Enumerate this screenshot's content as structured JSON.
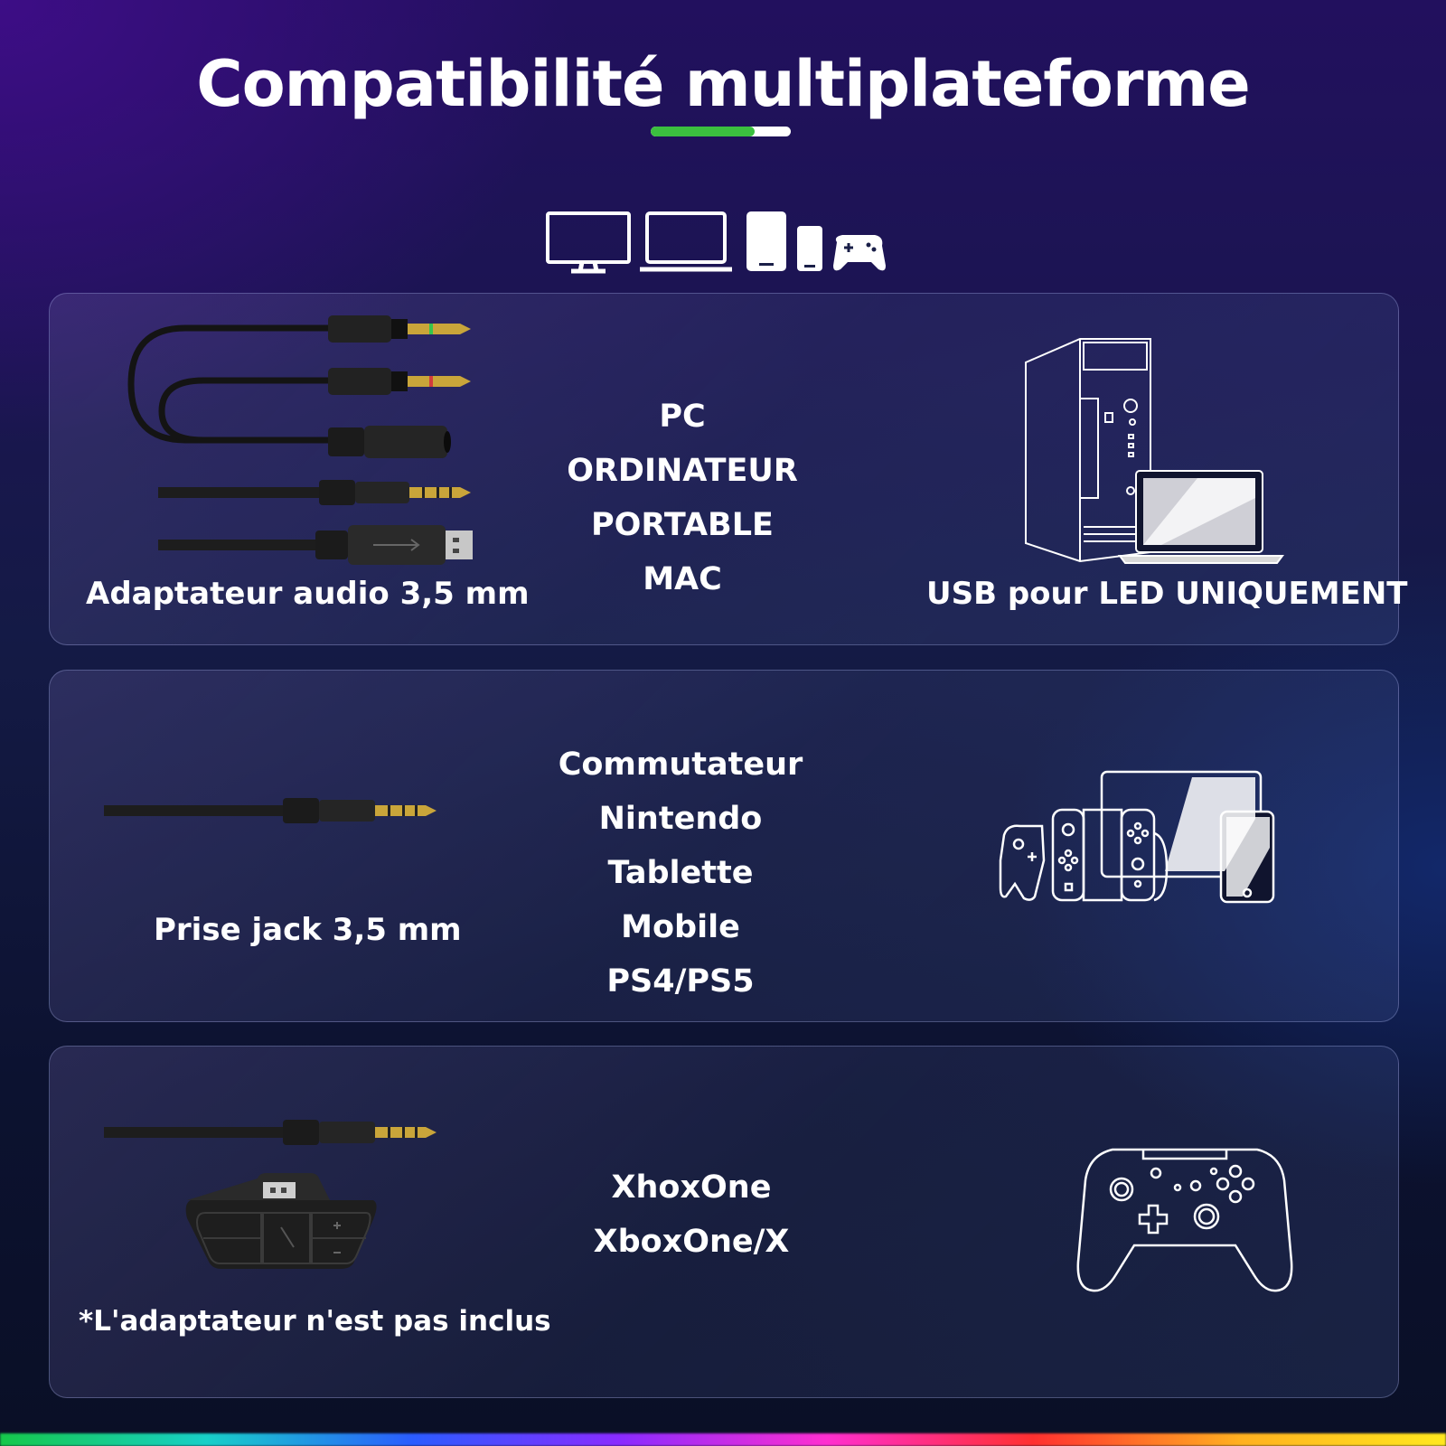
{
  "title": "Compatibilité multiplateforme",
  "title_underline_progress": 0.74,
  "colors": {
    "accent_green": "#3bbf3f",
    "background": "#141a45",
    "text": "#ffffff"
  },
  "platform_icons": [
    "monitor-icon",
    "laptop-icon",
    "tablet-icon",
    "phone-icon",
    "gamepad-icon"
  ],
  "cards": [
    {
      "platforms": [
        "PC",
        "ORDINATEUR PORTABLE",
        "MAC"
      ],
      "left_label": "Adaptateur audio 3,5 mm",
      "right_label": "USB pour LED UNIQUEMENT",
      "left_icon": "audio-adapter-cables-icon",
      "right_icon": "pc-tower-laptop-icon"
    },
    {
      "platforms": [
        "Commutateur Nintendo",
        "Tablette",
        "Mobile",
        "PS4/PS5"
      ],
      "left_label": "Prise jack 3,5 mm",
      "left_icon": "jack-cable-icon",
      "right_icon": "switch-tablet-phone-icon"
    },
    {
      "platforms": [
        "XhoxOne",
        "XboxOne/X"
      ],
      "left_label": "*L'adaptateur n'est pas inclus",
      "left_icon": "jack-cable-stereo-adapter-icon",
      "right_icon": "controller-icon"
    }
  ]
}
